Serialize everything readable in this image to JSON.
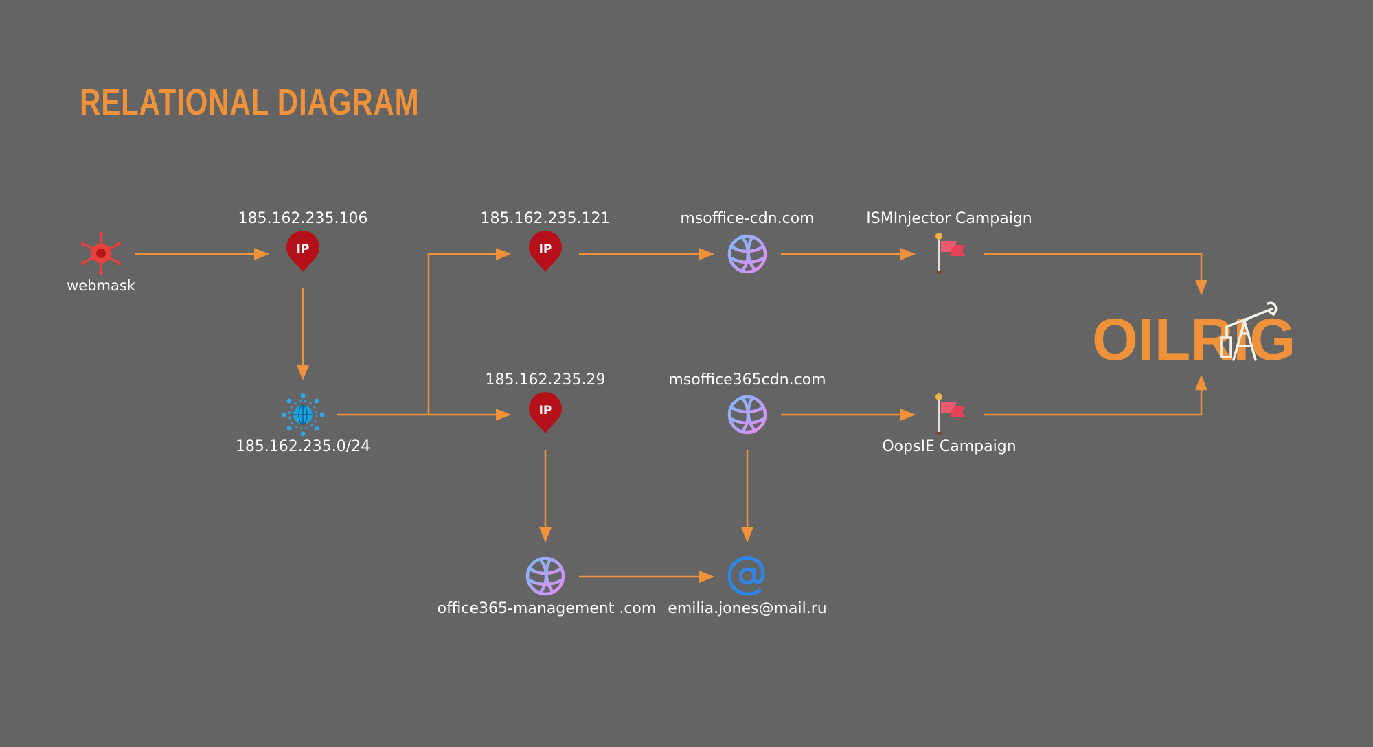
{
  "title": "RELATIONAL DIAGRAM",
  "colors": {
    "background": "#646464",
    "accent": "#f0923a",
    "arrow": "#f0923a",
    "ip_pin": "#b5101a",
    "label": "#ffffff"
  },
  "nodes": {
    "webmask": {
      "label": "webmask",
      "icon": "virus-icon"
    },
    "ip_106": {
      "label": "185.162.235.106",
      "icon": "ip-pin-icon"
    },
    "subnet": {
      "label": "185.162.235.0/24",
      "icon": "network-globe-icon"
    },
    "ip_121": {
      "label": "185.162.235.121",
      "icon": "ip-pin-icon"
    },
    "ip_29": {
      "label": "185.162.235.29",
      "icon": "ip-pin-icon"
    },
    "domain_msoffice_cdn": {
      "label": "msoffice-cdn.com",
      "icon": "globe-icon"
    },
    "domain_msoffice365cdn": {
      "label": "msoffice365cdn.com",
      "icon": "globe-icon"
    },
    "domain_office365_mgmt": {
      "label": "office365-management .com",
      "icon": "globe-icon"
    },
    "email": {
      "label": "emilia.jones@mail.ru",
      "icon": "at-sign-icon"
    },
    "campaign_ismi": {
      "label": "ISMInjector Campaign",
      "icon": "flag-icon"
    },
    "campaign_oopsie": {
      "label": "OopsIE Campaign",
      "icon": "flag-icon"
    },
    "oilrig": {
      "label": "OILRIG",
      "icon": "oil-pump-jack-icon"
    }
  },
  "ip_badge_text": "IP",
  "edges": [
    [
      "webmask",
      "ip_106"
    ],
    [
      "ip_106",
      "subnet"
    ],
    [
      "subnet",
      "ip_121"
    ],
    [
      "subnet",
      "ip_29"
    ],
    [
      "ip_121",
      "domain_msoffice_cdn"
    ],
    [
      "domain_msoffice_cdn",
      "campaign_ismi"
    ],
    [
      "campaign_ismi",
      "oilrig"
    ],
    [
      "ip_29",
      "domain_office365_mgmt"
    ],
    [
      "domain_office365_mgmt",
      "email"
    ],
    [
      "domain_msoffice365cdn",
      "email"
    ],
    [
      "domain_msoffice365cdn",
      "campaign_oopsie"
    ],
    [
      "campaign_oopsie",
      "oilrig"
    ]
  ]
}
